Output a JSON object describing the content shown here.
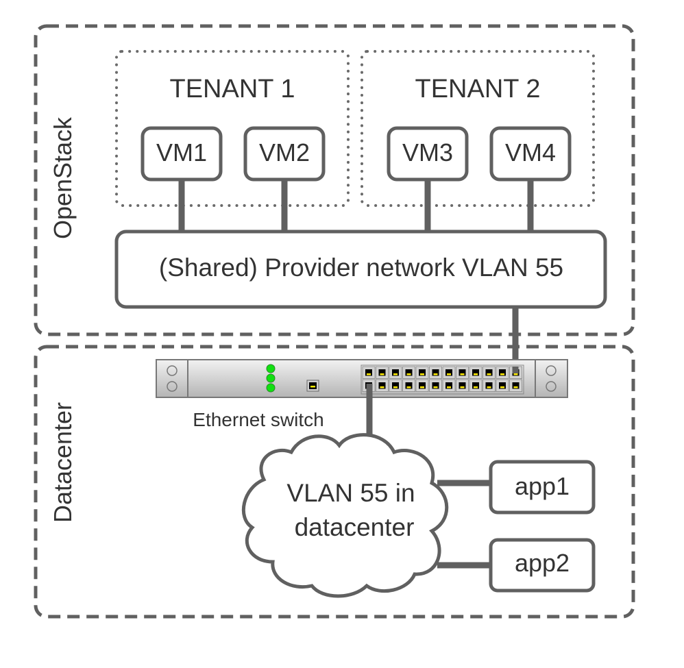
{
  "colors": {
    "stroke": "#606060",
    "text": "#333333",
    "led": "#11e011",
    "port_led": "#ffee00",
    "switch_face": "#cfcfcf"
  },
  "zones": {
    "openstack": "OpenStack",
    "datacenter": "Datacenter"
  },
  "tenants": [
    {
      "label": "TENANT 1",
      "vms": [
        "VM1",
        "VM2"
      ]
    },
    {
      "label": "TENANT 2",
      "vms": [
        "VM3",
        "VM4"
      ]
    }
  ],
  "provider_network": "(Shared) Provider network VLAN 55",
  "switch": {
    "label": "Ethernet switch",
    "ports_per_row": 12,
    "rows": 2,
    "status_leds": 3
  },
  "cloud": {
    "line1": "VLAN 55 in",
    "line2": "datacenter"
  },
  "apps": [
    "app1",
    "app2"
  ]
}
